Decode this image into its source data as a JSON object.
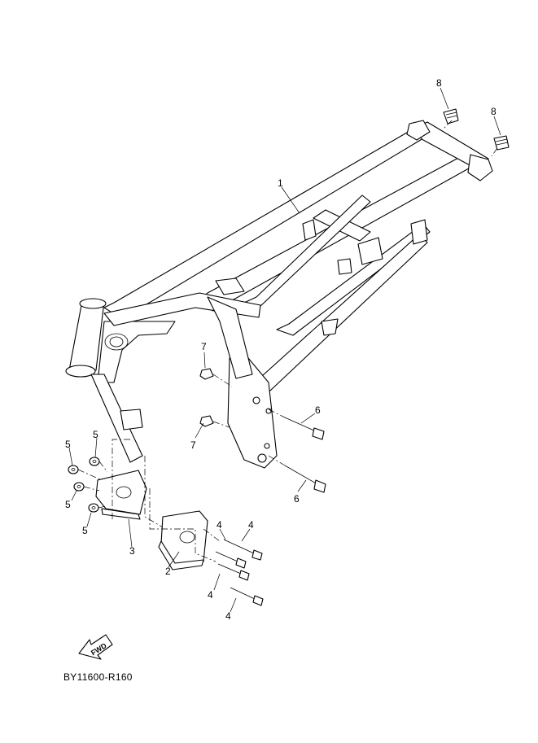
{
  "diagram_code": "BY11600-R160",
  "fwd_label": "FWD",
  "callouts": [
    {
      "id": "c1",
      "text": "1"
    },
    {
      "id": "c2",
      "text": "2"
    },
    {
      "id": "c3",
      "text": "3"
    },
    {
      "id": "c4a",
      "text": "4"
    },
    {
      "id": "c4b",
      "text": "4"
    },
    {
      "id": "c4c",
      "text": "4"
    },
    {
      "id": "c4d",
      "text": "4"
    },
    {
      "id": "c5a",
      "text": "5"
    },
    {
      "id": "c5b",
      "text": "5"
    },
    {
      "id": "c5c",
      "text": "5"
    },
    {
      "id": "c5d",
      "text": "5"
    },
    {
      "id": "c6a",
      "text": "6"
    },
    {
      "id": "c6b",
      "text": "6"
    },
    {
      "id": "c7a",
      "text": "7"
    },
    {
      "id": "c7b",
      "text": "7"
    },
    {
      "id": "c8a",
      "text": "8"
    },
    {
      "id": "c8b",
      "text": "8"
    }
  ]
}
